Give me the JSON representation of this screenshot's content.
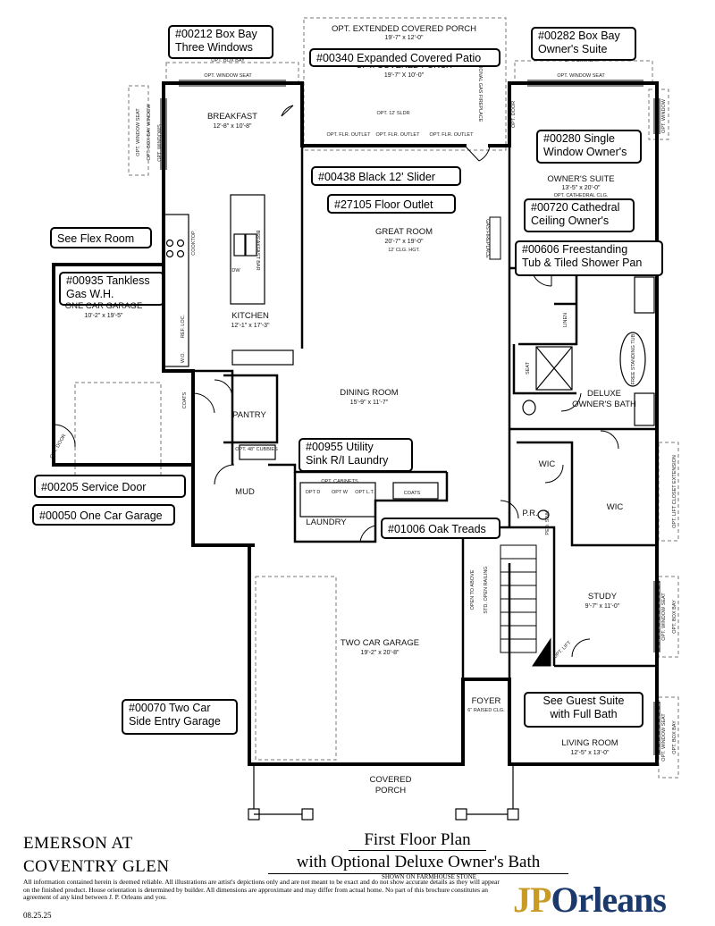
{
  "rooms": {
    "breakfast": {
      "name": "BREAKFAST",
      "dim": "12'-8\" x 10'-8\""
    },
    "kitchen": {
      "name": "KITCHEN",
      "dim": "12'-1\" x 17'-3\""
    },
    "great_room": {
      "name": "GREAT ROOM",
      "dim": "20'-7\" x 19'-0\"",
      "note": "12' CLG. HGT."
    },
    "dining_room": {
      "name": "DINING ROOM",
      "dim": "15'-9\" x 11'-7\""
    },
    "owners_suite": {
      "name": "OWNER'S SUITE",
      "dim": "13'-5\" x 20'-0\"",
      "note": "OPT. CATHEDRAL CLG."
    },
    "owners_bath": {
      "name_1": "DELUXE",
      "name_2": "OWNER'S BATH"
    },
    "one_car_garage": {
      "name": "ONE CAR GARAGE",
      "dim": "10'-2\" x 19'-5\""
    },
    "two_car_garage": {
      "name": "TWO CAR GARAGE",
      "dim": "19'-2\" x 20'-8\""
    },
    "pantry": {
      "name": "PANTRY"
    },
    "mud": {
      "name": "MUD"
    },
    "laundry": {
      "name": "LAUNDRY"
    },
    "wic_1": {
      "name": "WIC"
    },
    "wic_2": {
      "name": "WIC"
    },
    "pr": {
      "name": "P.R."
    },
    "study": {
      "name": "STUDY",
      "dim": "9'-7\" x 11'-0\""
    },
    "foyer": {
      "name": "FOYER",
      "note": "6\" RAISED CLG."
    },
    "living_room": {
      "name": "LIVING ROOM",
      "dim": "12'-5\" x 13'-0\""
    },
    "covered_porch": {
      "name_1": "COVERED",
      "name_2": "PORCH"
    },
    "opt_covered_porch": {
      "name": "OPT. COVERED PORCH",
      "dim": "19'-7\" X 10'-0\""
    },
    "opt_ext_porch": {
      "name": "OPT. EXTENDED COVERED PORCH",
      "dim": "19'-7\" x 12'-0\""
    }
  },
  "notes": {
    "opt_box_bay": "OPT. BOX BAY",
    "opt_window_seat": "OPT. WINDOW SEAT",
    "opt_window_seat_vert": "OPT. WINDOW SEAT",
    "opt_box_bay_window": "OPT. BOX BAY WINDOW",
    "opt_windows": "OPT. WINDOWS",
    "opt_12_sldr": "OPT. 12' SLDR",
    "opt_flr_outlet_1": "OPT. FLR. OUTLET",
    "opt_flr_outlet_2": "OPT. FLR. OUTLET",
    "opt_flr_outlet_3": "OPT. FLR. OUTLET",
    "optional_gas_fireplace": "OPTIONAL GAS FIREPLACE",
    "opt_door": "OPT. DOOR",
    "opt_window": "OPT. WINDOW",
    "gas_fireplace": "GAS FIREPLACE",
    "breakfast_bar": "BREAKFAST BAR",
    "cooktop": "COOKTOP",
    "dw": "DW",
    "ref_loc": "REF. LOC.",
    "wo": "W.O.",
    "coats_1": "COATS",
    "coats_2": "COATS",
    "opt_48_cubbies": "OPT. 48\" CUBBIES",
    "opt_cabinets": "OPT. CABINETS",
    "opt_d": "OPT D",
    "opt_w": "OPT W",
    "opt_lt": "OPT L.T.",
    "linen": "LINEN",
    "seat": "SEAT",
    "free_standing_tub": "FREE STANDING TUB",
    "ped_sink": "PED. SINK",
    "open_to_above": "OPEN TO ABOVE",
    "std_open_railing": "STD. OPEN RAILING",
    "opt_lift": "OPT. LIFT",
    "opt_lift_closet": "OPT. LIFT CLOSET EXTENSION",
    "opt_window_seat_r": "OPT. WINDOW SEAT",
    "opt_box_bay_r": "OPT. BOX BAY",
    "opt_window_seat_r2": "OPT. WINDOW SEAT",
    "opt_box_bay_r2": "OPT. BOX BAY",
    "opt_door_garage": "OPT. DOOR",
    "opt_box_bay_top_right": "OPT. BOX BAY",
    "opt_window_seat_top_right": "OPT. WINDOW SEAT"
  },
  "callouts": {
    "c00212_l1": "#00212 Box Bay",
    "c00212_l2": "Three Windows",
    "c00340": "#00340 Expanded Covered Patio",
    "c00282_l1": "#00282 Box Bay",
    "c00282_l2": "Owner's Suite",
    "c00280_l1": "#00280 Single",
    "c00280_l2": "Window Owner's",
    "c00438": "#00438 Black 12' Slider",
    "c27105": "#27105 Floor Outlet",
    "c00720_l1": "#00720 Cathedral",
    "c00720_l2": "Ceiling Owner's",
    "see_flex": "See Flex Room",
    "c00606_l1": "#00606 Freestanding",
    "c00606_l2": "Tub & Tiled Shower Pan",
    "c00935_l1": "#00935 Tankless",
    "c00935_l2": "Gas W.H.",
    "c00955_l1": "#00955 Utility",
    "c00955_l2": "Sink R/I Laundry",
    "c00205": "#00205 Service Door",
    "c00050": "#00050 One Car Garage",
    "c01006": "#01006 Oak Treads",
    "c00070_l1": "#00070 Two Car",
    "c00070_l2": "Side Entry Garage",
    "see_guest_l1": "See Guest Suite",
    "see_guest_l2": "with Full Bath"
  },
  "footer": {
    "community_1": "EMERSON AT",
    "community_2": "COVENTRY GLEN",
    "title_1": "First Floor Plan",
    "title_2": "with Optional Deluxe Owner's Bath",
    "shown_on": "SHOWN ON FARMHOUSE STONE",
    "disclaimer": "All information contained herein is deemed reliable.  All illustrations are artist's depictions only and are not meant to be exact and do not show accurate details as they will appear on the finished product.  House orientation is determined by builder. All dimensions are approximate and may differ from actual home. No part of this brochure constitutes an agreement of any kind between J. P. Orleans and you.",
    "date": "08.25.25",
    "logo_jp": "JP",
    "logo_orleans": "Orleans"
  }
}
